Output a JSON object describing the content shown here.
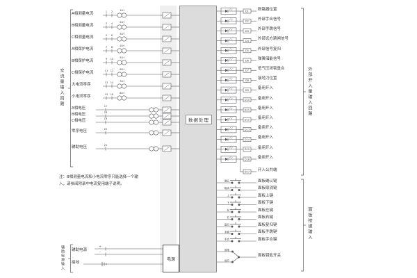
{
  "palette": {
    "line": "#55565a",
    "text": "#3a3a3e",
    "block_fill": "#dcdcdc",
    "block_border": "#909090",
    "strip_fill": "#efefef"
  },
  "center_block": {
    "label": "数据处理"
  },
  "power_box": {
    "label": "电源"
  },
  "note": "注：B相测量电流和小电流零序只能选择一个输入，请参阅附录中电流复用端子说明。",
  "analog": {
    "group_label": "交流量输入回路",
    "rows": [
      {
        "label": "A相测量电流",
        "tag": "1LH",
        "terminals": [
          "1",
          "2"
        ]
      },
      {
        "label": "B相测量电流",
        "tag": "2LH",
        "terminals": [
          "3",
          "4"
        ]
      },
      {
        "label": "C相测量电流",
        "tag": "3LH",
        "terminals": [
          "5",
          "6"
        ]
      },
      {
        "label": "A相保护电流",
        "tag": "4LH",
        "terminals": [
          "7",
          "8"
        ]
      },
      {
        "label": "B相保护电流",
        "tag": "5LH",
        "terminals": [
          "9",
          "10"
        ]
      },
      {
        "label": "C相保护电流",
        "tag": "6LH",
        "terminals": [
          "11",
          "12"
        ]
      },
      {
        "label": "大电流零序",
        "tag": "7LH",
        "terminals": [
          "13",
          "14"
        ]
      },
      {
        "label": "小电流零序",
        "tag": "8LH",
        "terminals": [
          "15",
          "16"
        ]
      }
    ],
    "voltage_rows": [
      {
        "label": "A相电压",
        "terminal": "17"
      },
      {
        "label": "B相电压",
        "terminal": "18"
      },
      {
        "label": "C相电压",
        "terminal": "19"
      },
      {
        "label": "零序电压",
        "terminal": "20"
      },
      {
        "label": "辅助电压",
        "terminal": "21"
      }
    ]
  },
  "digital": {
    "group_label": "外部开入量输入回路",
    "rows": [
      {
        "label": "断路器位置",
        "terminal": "D1"
      },
      {
        "label": "外部手合信号",
        "terminal": "D2"
      },
      {
        "label": "外部手跳信号",
        "terminal": "D3"
      },
      {
        "label": "外部远方跳闸信号",
        "terminal": "D4"
      },
      {
        "label": "外部信号复归",
        "terminal": "D5"
      },
      {
        "label": "弹簧储能信号",
        "terminal": "D6"
      },
      {
        "label": "低气压闭锁重合",
        "terminal": "D7"
      },
      {
        "label": "接地刀位置",
        "terminal": "D8"
      },
      {
        "label": "备用开入",
        "terminal": "D9"
      },
      {
        "label": "备用开入",
        "terminal": "D10"
      },
      {
        "label": "备用开入",
        "terminal": "D11"
      },
      {
        "label": "备用开入",
        "terminal": "D12"
      },
      {
        "label": "备用开入",
        "terminal": "D13"
      },
      {
        "label": "备用开入",
        "terminal": "D14"
      },
      {
        "label": "备用开入",
        "terminal": "D15"
      },
      {
        "label": "备用开入",
        "terminal": "D16"
      }
    ],
    "common_label": "开入公共端",
    "common_terminal": "D17"
  },
  "panel": {
    "group_label": "面板按键输入",
    "keys": [
      {
        "label": "面板确认键",
        "short": "确认"
      },
      {
        "label": "面板取消键",
        "short": "取消"
      },
      {
        "label": "面板上键",
        "short": "上"
      },
      {
        "label": "面板下键",
        "short": "下"
      },
      {
        "label": "面板左键",
        "short": "左"
      },
      {
        "label": "面板右键",
        "short": "右"
      },
      {
        "label": "面板复归键",
        "short": "复归"
      },
      {
        "label": "面板手跳键",
        "short": "手跳"
      },
      {
        "label": "面板手合键",
        "short": "手合"
      }
    ],
    "key_switch": {
      "label": "面板钥匙开关",
      "positions": [
        "就地",
        "远方"
      ]
    }
  },
  "power": {
    "group_label": "辅助电源输入",
    "rows": [
      "辅助电源",
      "接地"
    ],
    "plus": "+",
    "minus": "-"
  }
}
